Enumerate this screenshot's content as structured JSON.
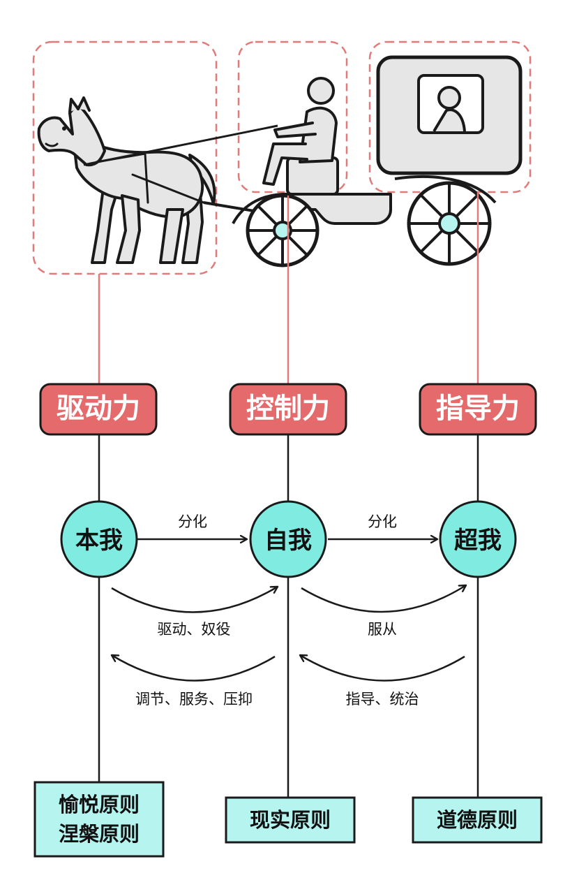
{
  "forces": {
    "drive": "驱动力",
    "control": "控制力",
    "guide": "指导力"
  },
  "selves": {
    "id": "本我",
    "ego": "自我",
    "superego": "超我"
  },
  "arrows": {
    "id_to_ego": "分化",
    "ego_to_superego": "分化",
    "id_drives_ego": "驱动、奴役",
    "ego_serves_id": "调节、服务、压抑",
    "ego_obeys_superego": "服从",
    "superego_guides_ego": "指导、统治"
  },
  "principles": {
    "id_line1": "愉悦原则",
    "id_line2": "涅槃原则",
    "ego": "现实原则",
    "superego": "道德原则"
  },
  "colors": {
    "red_label": "#E46A6C",
    "red_line": "#E27A7A",
    "teal_fill": "#B5F4EF",
    "circle_fill": "#7FEBE1",
    "ink": "#1A1A1A",
    "gray_fill": "#E6E6E6"
  }
}
